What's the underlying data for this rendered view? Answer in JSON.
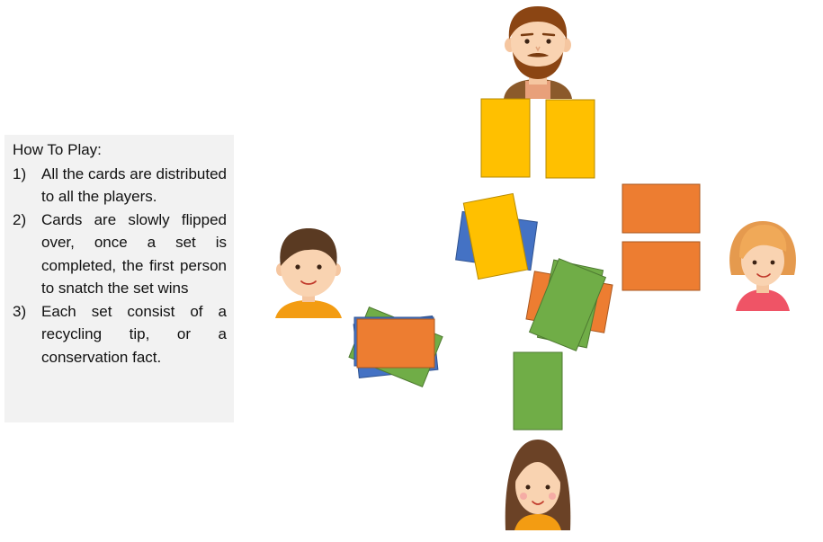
{
  "instructions": {
    "title": "How To Play:",
    "steps": [
      {
        "number": "1)",
        "text": "All the cards are distributed to all the players."
      },
      {
        "number": "2)",
        "text": "Cards are slowly flipped over, once a set is completed, the first person to snatch the set wins"
      },
      {
        "number": "3)",
        "text": "Each set consist of a recycling tip, or a conservation fact."
      }
    ]
  },
  "players": [
    {
      "seat": "top",
      "icon": "man-bearded-avatar-icon"
    },
    {
      "seat": "left",
      "icon": "boy-avatar-icon"
    },
    {
      "seat": "right",
      "icon": "girl-avatar-icon"
    },
    {
      "seat": "bottom",
      "icon": "woman-avatar-icon"
    }
  ],
  "card_colors": {
    "yellow": "#ffc000",
    "orange": "#ed7d31",
    "green": "#70ad47",
    "blue": "#4472c4"
  }
}
